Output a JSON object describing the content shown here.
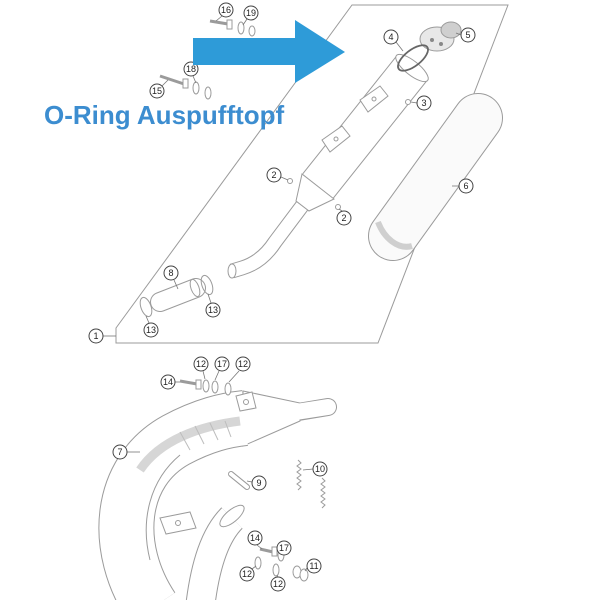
{
  "annotation": {
    "label": "O-Ring Auspufftopf"
  },
  "callouts": [
    "16",
    "19",
    "18",
    "15",
    "4",
    "5",
    "3",
    "2",
    "2",
    "6",
    "8",
    "13",
    "13",
    "1",
    "12",
    "17",
    "12",
    "14",
    "7",
    "9",
    "10",
    "14",
    "17",
    "12",
    "12",
    "11"
  ],
  "colors": {
    "arrow": "#2e9bd8",
    "label": "#3c8dd0",
    "line_art": "#9b9b9b",
    "callout_stroke": "#444444"
  }
}
